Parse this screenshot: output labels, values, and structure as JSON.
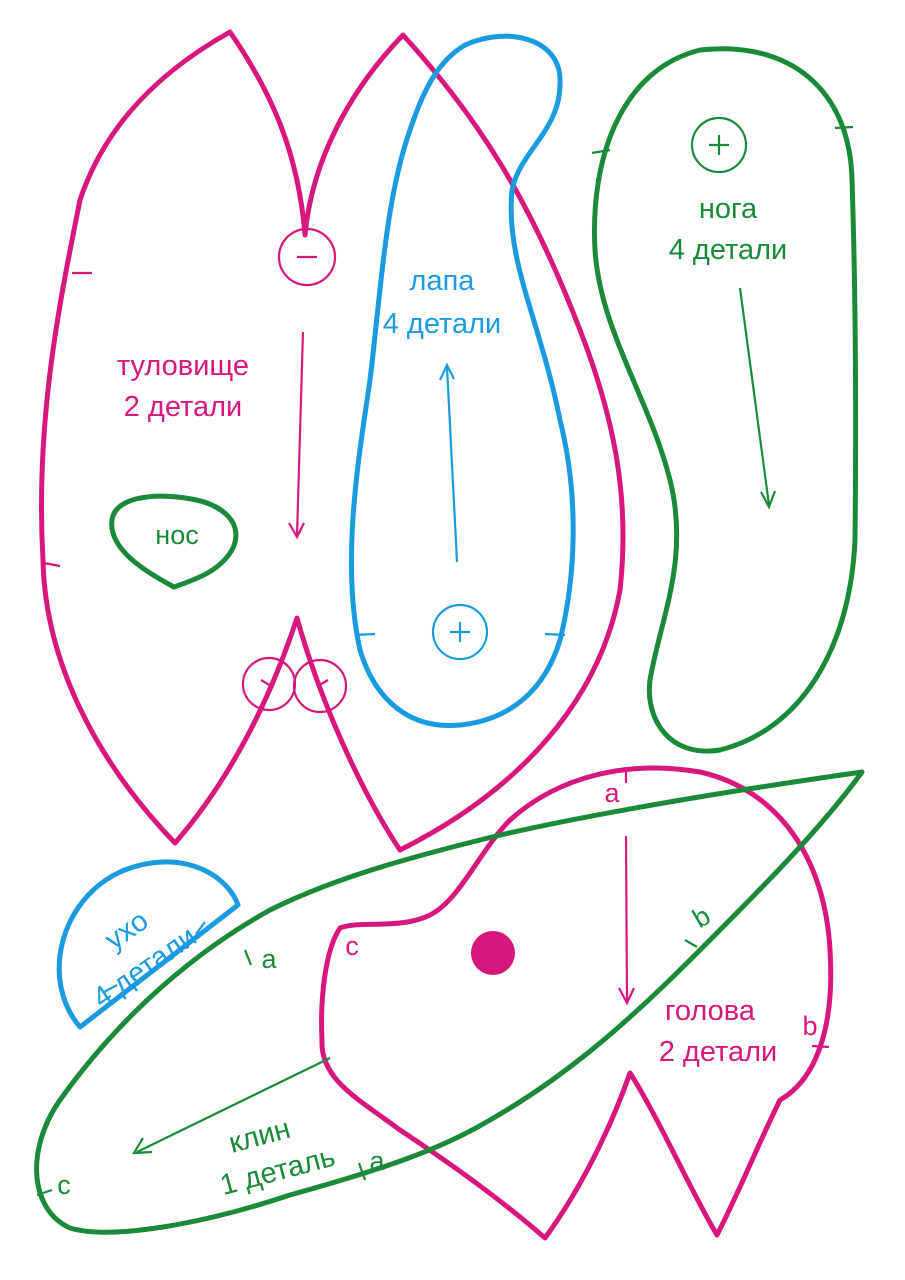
{
  "pieces": {
    "body": {
      "line1": "туловище",
      "line2": "2 детали",
      "color": "#d8177d"
    },
    "paw": {
      "line1": "лапа",
      "line2": "4 детали",
      "color": "#1a9be0"
    },
    "leg": {
      "line1": "нога",
      "line2": "4 детали",
      "color": "#1a8a3a"
    },
    "nose": {
      "label": "нос",
      "color": "#1a8a3a"
    },
    "ear": {
      "line1": "ухо",
      "line2": "4 детали",
      "color": "#1a9be0"
    },
    "head": {
      "line1": "голова",
      "line2": "2 детали",
      "color": "#d8177d"
    },
    "wedge": {
      "line1": "клин",
      "line2": "1 деталь",
      "color": "#1a8a3a"
    }
  },
  "marks": {
    "a": "a",
    "b": "b",
    "c": "c"
  }
}
